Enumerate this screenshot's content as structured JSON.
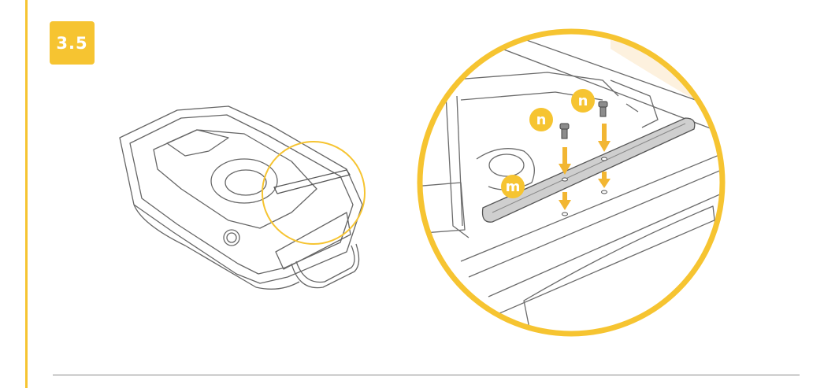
{
  "step": {
    "number": "3.5"
  },
  "callouts": {
    "n_top": "n",
    "n_left": "n",
    "m": "m"
  },
  "colors": {
    "accent": "#f6c431",
    "arrow": "#f2b632",
    "line": "#6b6b6b",
    "divider": "#8a8a8a"
  }
}
